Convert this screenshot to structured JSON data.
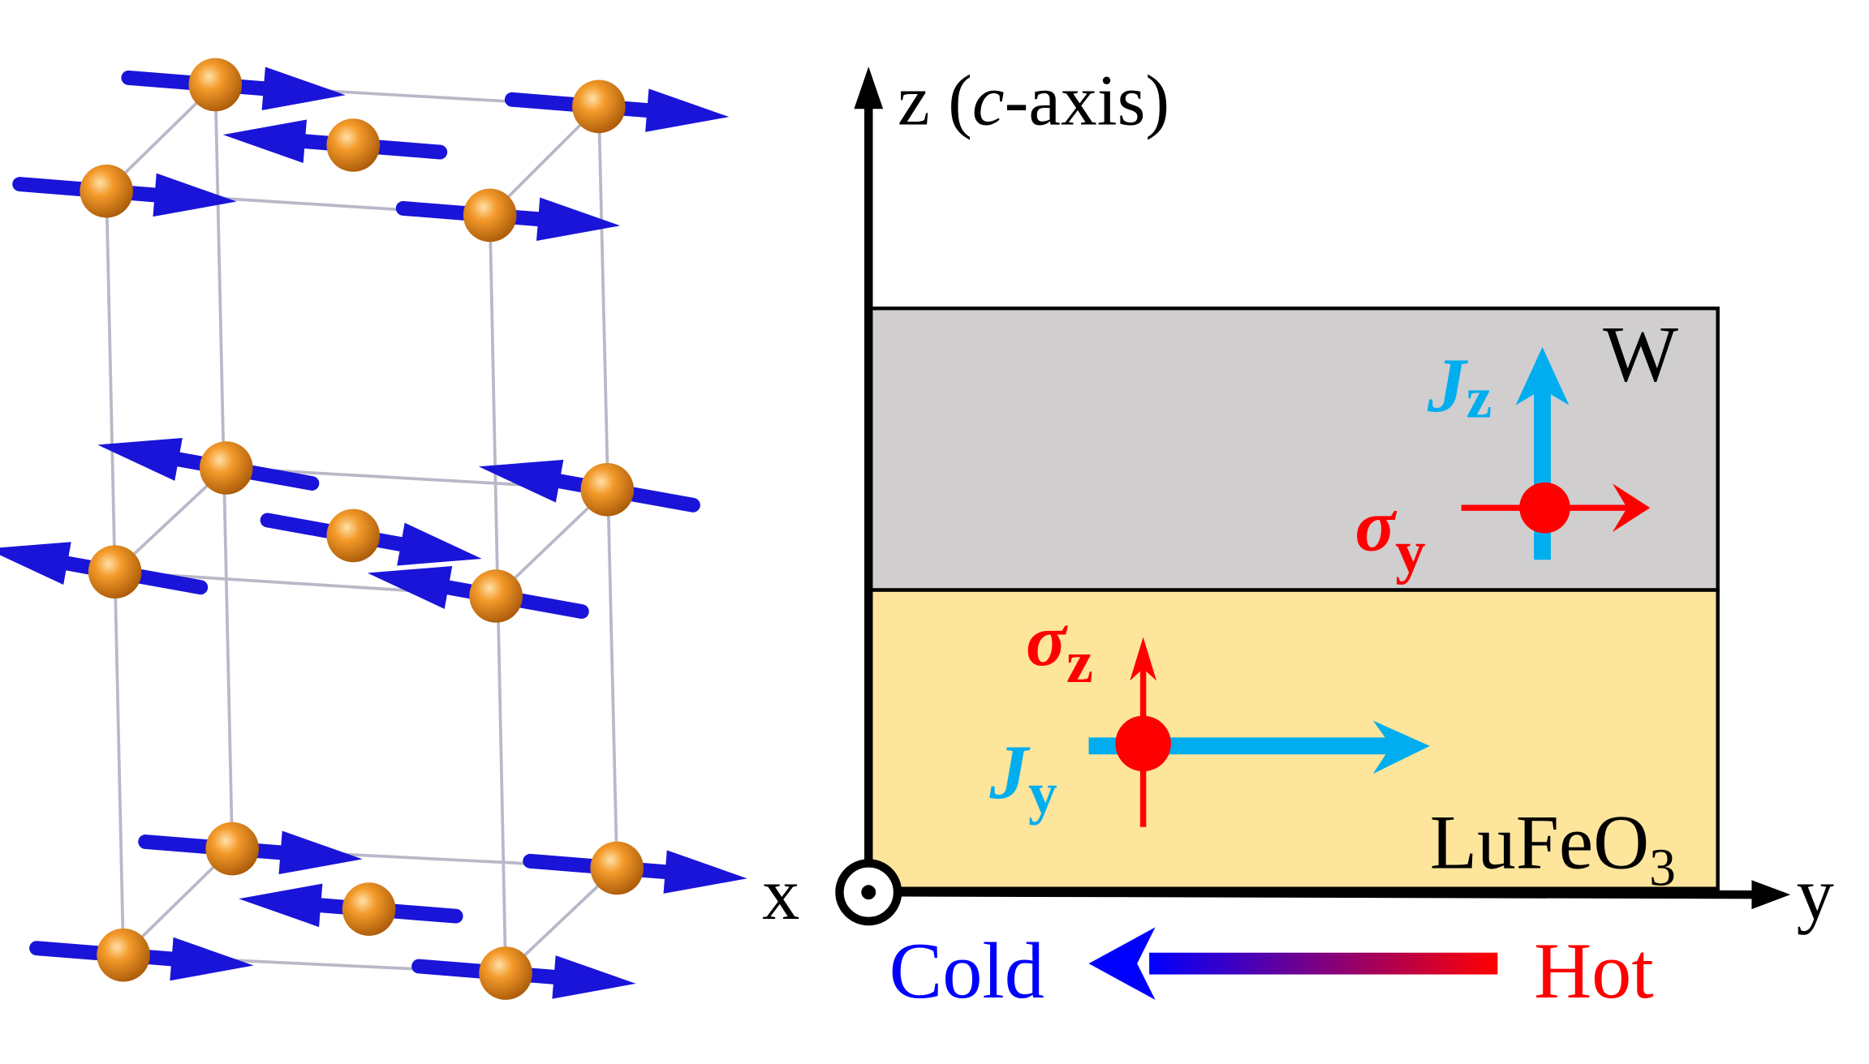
{
  "axes": {
    "z_label_prefix": "z (",
    "z_label_italic": "c",
    "z_label_suffix": "-axis)",
    "y_label": "y",
    "x_label": "x"
  },
  "layers": {
    "top": {
      "label": "W",
      "color": "#d0cecf"
    },
    "bottom": {
      "label_main": "LuFeO",
      "label_sub": "3",
      "color": "#fde59c"
    }
  },
  "currents": {
    "jz": {
      "symbol": "J",
      "sub": "z"
    },
    "sigma_y": {
      "symbol": "σ",
      "sub": "y"
    },
    "sigma_z": {
      "symbol": "σ",
      "sub": "z"
    },
    "jy": {
      "symbol": "J",
      "sub": "y"
    }
  },
  "gradient": {
    "cold": "Cold",
    "hot": "Hot",
    "cold_color": "#0000ff",
    "hot_color": "#ff0000"
  },
  "colors": {
    "current": "#00aeef",
    "spin": "#ff0000",
    "atom": "#e8861a",
    "moment": "#1a14d8",
    "bond": "#b8b8c8"
  }
}
